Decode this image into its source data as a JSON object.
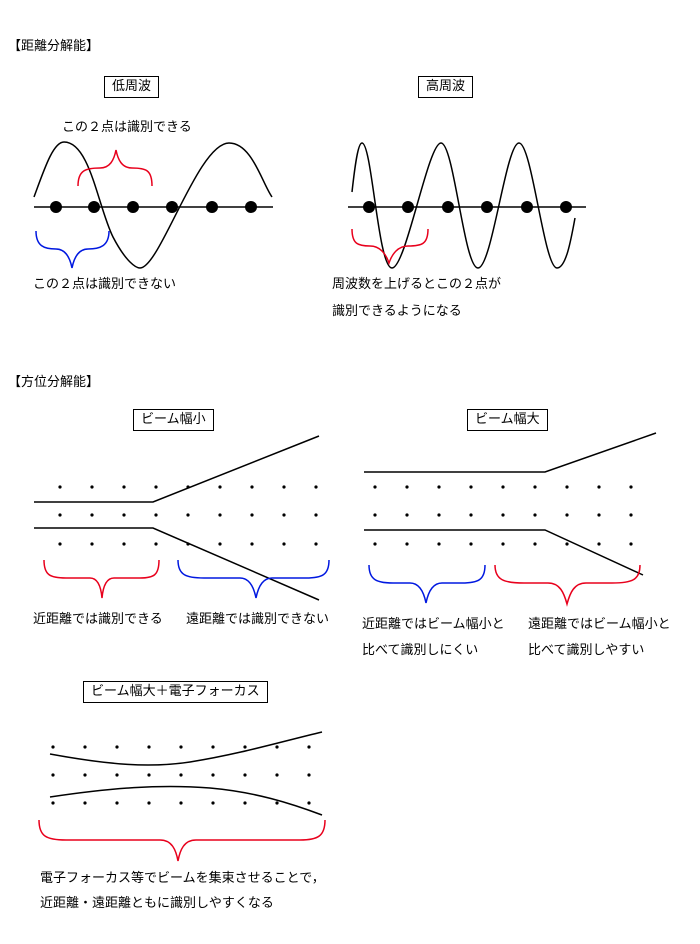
{
  "range_section": {
    "heading": "【距離分解能】",
    "low_freq": {
      "title": "低周波",
      "top_note": "この２点は識別できる",
      "bottom_note": "この２点は識別できない"
    },
    "high_freq": {
      "title": "高周波",
      "note_line1": "周波数を上げるとこの２点が",
      "note_line2": "識別できるようになる"
    }
  },
  "azimuth_section": {
    "heading": "【方位分解能】",
    "narrow_beam": {
      "title": "ビーム幅小",
      "near_note": "近距離では識別できる",
      "far_note": "遠距離では識別できない"
    },
    "wide_beam": {
      "title": "ビーム幅大",
      "near_note_line1": "近距離ではビーム幅小と",
      "near_note_line2": "比べて識別しにくい",
      "far_note_line1": "遠距離ではビーム幅小と",
      "far_note_line2": "比べて識別しやすい"
    },
    "focus_beam": {
      "title": "ビーム幅大＋電子フォーカス",
      "note_line1": "電子フォーカス等でビームを集束させることで，",
      "note_line2": "近距離・遠距離ともに識別しやすくなる"
    }
  },
  "colors": {
    "red": "#e8001c",
    "blue": "#0018e0",
    "line": "#000000"
  }
}
